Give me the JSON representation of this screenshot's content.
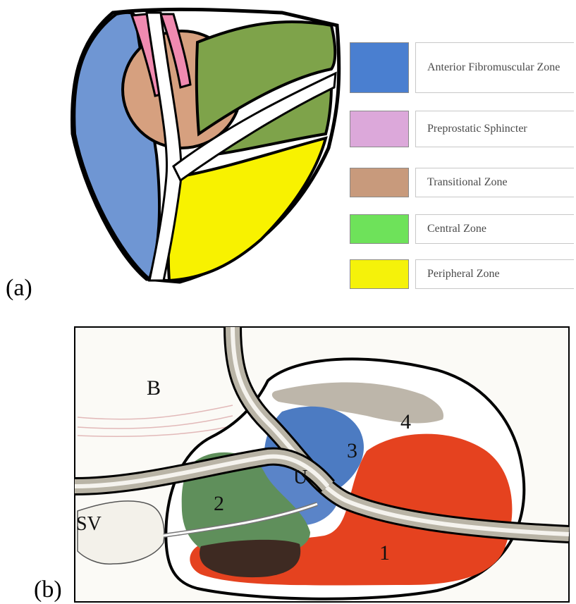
{
  "panels": {
    "a": {
      "label": "(a)"
    },
    "b": {
      "label": "(b)"
    }
  },
  "legend": [
    {
      "text": "Anterior Fibromuscular Zone",
      "color": "#4a7fd0"
    },
    {
      "text": "Preprostatic Sphincter",
      "color": "#dca8da"
    },
    {
      "text": "Transitional Zone",
      "color": "#c89a7c"
    },
    {
      "text": "Central Zone",
      "color": "#6ee25a"
    },
    {
      "text": "Peripheral Zone",
      "color": "#f5f20a"
    }
  ],
  "diagram_a_colors": {
    "anterior_fibromuscular": "#6f96d3",
    "preprostatic_sphincter": "#f08ab0",
    "transitional": "#d6a07f",
    "central": "#7ea34a",
    "peripheral": "#f8f200"
  },
  "diagram_b": {
    "labels": {
      "bladder": "B",
      "seminal_vesicle": "SV",
      "urethra": "U",
      "zone_1": "1",
      "zone_2": "2",
      "zone_3": "3",
      "zone_4": "4"
    },
    "colors": {
      "zone_1": "#e5421f",
      "zone_2": "#5f8f5b",
      "zone_2_dark": "#3e2a22",
      "zone_3": "#4c7bc2",
      "zone_4": "#bdb6aa"
    }
  }
}
